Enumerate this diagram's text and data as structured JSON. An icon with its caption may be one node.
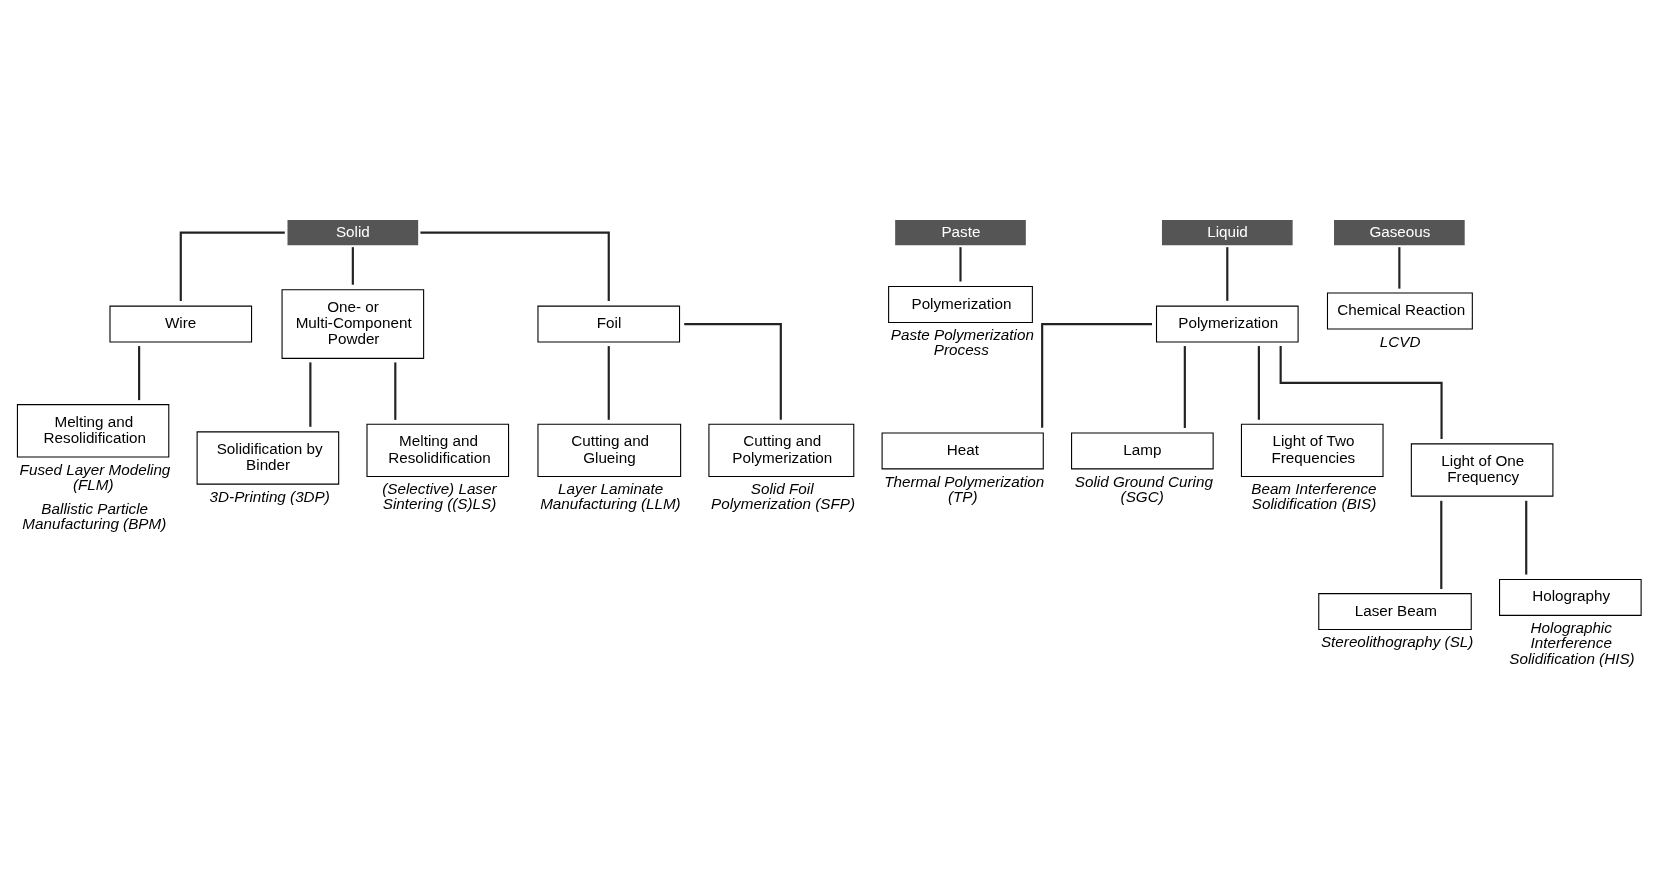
{
  "diagram": {
    "nodes": [
      {
        "text": [
          "Solid"
        ]
      },
      {
        "text": [
          "Paste"
        ]
      },
      {
        "text": [
          "Liquid"
        ]
      },
      {
        "text": [
          "Gaseous"
        ]
      },
      {
        "text": [
          "Wire"
        ]
      },
      {
        "text": [
          "One- or Multi-Component Powder"
        ]
      },
      {
        "text": [
          "Foil"
        ]
      },
      {
        "text": [
          "Melting and Resolidification"
        ],
        "beside": [
          "Fused Layer Modeling (FLM)",
          "Ballistic Particle Manufacturing (BPM)"
        ]
      },
      {
        "text": [
          "Solidification by Binder"
        ],
        "beside": [
          "3D-Printing (3DP)"
        ]
      },
      {
        "text": [
          "Melting and Resolidification"
        ],
        "beside": [
          "(Selective) Laser Sintering ((S)LS)"
        ]
      },
      {
        "text": [
          "Cutting and Glueing"
        ],
        "beside": [
          "Layer Laminate Manufacturing (LLM)"
        ]
      },
      {
        "text": [
          "Cutting and Polymerization"
        ],
        "beside": [
          "Solid Foil Polymerization (SFP)"
        ]
      },
      {
        "text": [
          "Polymerization"
        ],
        "beside": [
          "Paste Polymerization Process"
        ]
      },
      {
        "text": [
          "Polymerization"
        ]
      },
      {
        "text": [
          "Chemical Reaction"
        ],
        "beside": [
          "LCVD"
        ]
      },
      {
        "text": [
          "Heat"
        ],
        "beside": [
          "Thermal Polymerization (TP)"
        ]
      },
      {
        "text": [
          "Lamp"
        ],
        "beside": [
          "Solid Ground Curing (SGC)"
        ]
      },
      {
        "text": [
          "Light of Two Frequencies"
        ],
        "beside": [
          "Beam Interference Solidification (BIS)"
        ]
      },
      {
        "text": [
          "Light of One Frequency"
        ]
      },
      {
        "text": [
          "Laser Beam"
        ],
        "beside": [
          "Stereolithography (SL)"
        ]
      },
      {
        "text": [
          "Holography"
        ],
        "beside": [
          "Holographic Interference Solidification (HIS)"
        ]
      }
    ],
    "edges": [
      {
        "from": 0,
        "to": 4,
        "arrow": "none"
      },
      {
        "from": 0,
        "to": 5,
        "arrow": "none"
      },
      {
        "from": 0,
        "to": 6,
        "arrow": "none"
      },
      {
        "from": 4,
        "to": 7,
        "arrow": "none"
      },
      {
        "from": 5,
        "to": 8,
        "arrow": "none"
      },
      {
        "from": 5,
        "to": 9,
        "arrow": "none"
      },
      {
        "from": 6,
        "to": 10,
        "arrow": "none"
      },
      {
        "from": 6,
        "to": 11,
        "arrow": "none"
      },
      {
        "from": 1,
        "to": 12,
        "arrow": "none"
      },
      {
        "from": 2,
        "to": 13,
        "arrow": "none"
      },
      {
        "from": 3,
        "to": 14,
        "arrow": "none"
      },
      {
        "from": 13,
        "to": 15,
        "arrow": "none"
      },
      {
        "from": 13,
        "to": 16,
        "arrow": "none"
      },
      {
        "from": 13,
        "to": 17,
        "arrow": "none"
      },
      {
        "from": 13,
        "to": 18,
        "arrow": "none"
      },
      {
        "from": 18,
        "to": 19,
        "arrow": "none"
      },
      {
        "from": 18,
        "to": 20,
        "arrow": "none"
      }
    ]
  }
}
